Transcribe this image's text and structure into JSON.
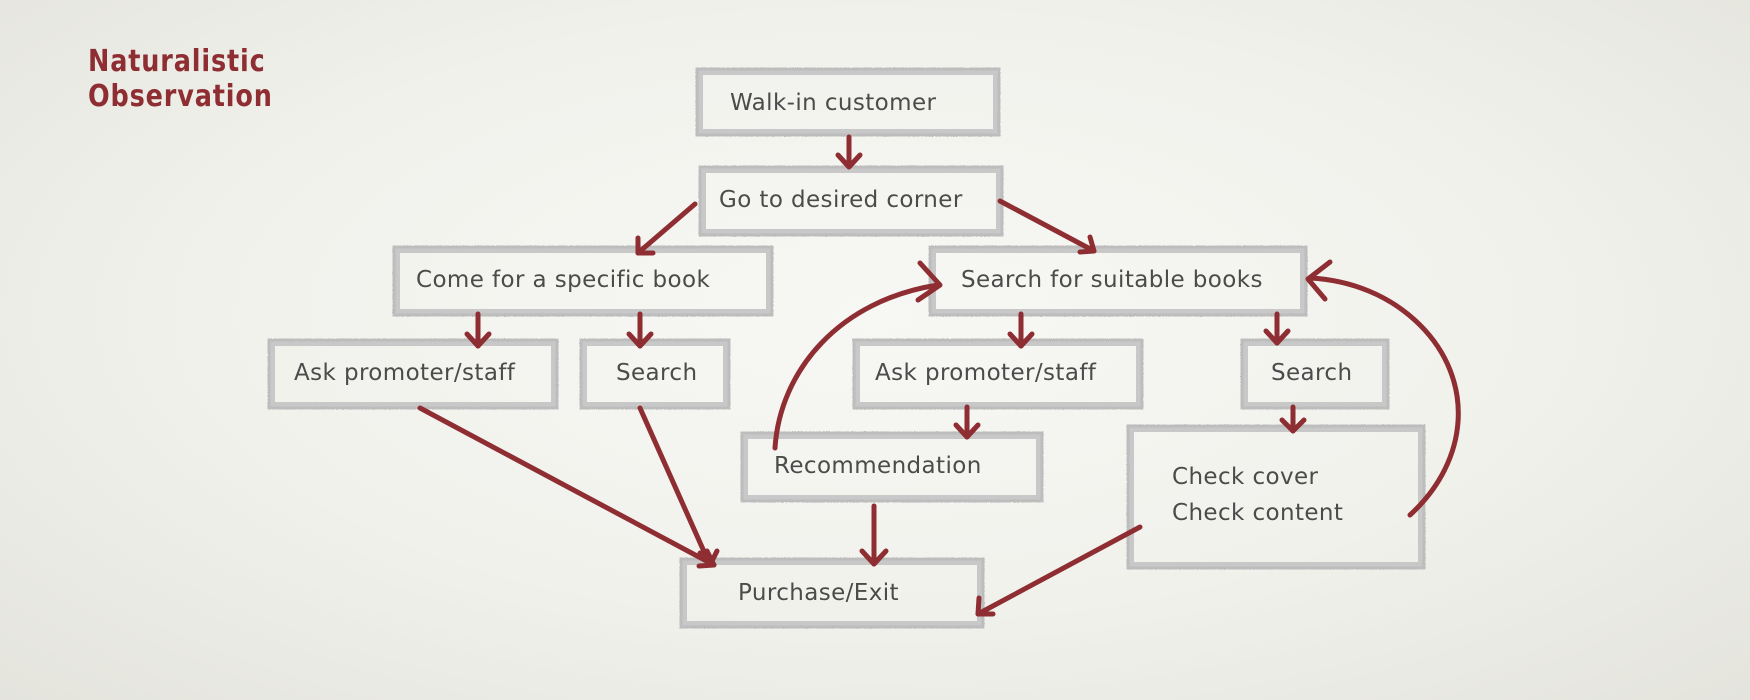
{
  "title": {
    "line1": "Naturalistic",
    "line2": "Observation"
  },
  "nodes": {
    "walk_in": "Walk-in customer",
    "go_corner": "Go to desired corner",
    "specific_book": "Come for a specific book",
    "suitable_books": "Search for suitable books",
    "ask_left": "Ask promoter/staff",
    "search_left": "Search",
    "ask_right": "Ask promoter/staff",
    "search_right": "Search",
    "recommendation": "Recommendation",
    "check_cover": "Check cover",
    "check_content": "Check content",
    "purchase_exit": "Purchase/Exit"
  },
  "colors": {
    "accent": "#8e2d32",
    "box": "#c4c4c4",
    "text": "#4b4b4b",
    "background": "#f2f2ee"
  }
}
